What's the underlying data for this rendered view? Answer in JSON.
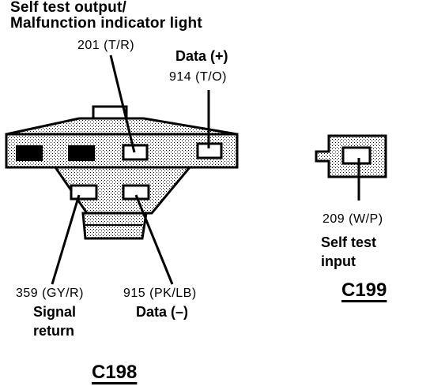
{
  "title": {
    "line1": "Self test output/",
    "line2": "Malfunction indicator light"
  },
  "c198": {
    "label": "C198",
    "pins": [
      {
        "code": "201  (T/R)",
        "desc": ""
      },
      {
        "code": "914  (T/O)",
        "desc": "Data (+)"
      },
      {
        "code": "359  (GY/R)",
        "desc_lines": [
          "Signal",
          "return"
        ]
      },
      {
        "code": "915  (PK/LB)",
        "desc": "Data (–)"
      }
    ]
  },
  "c199": {
    "label": "C199",
    "pin": {
      "code": "209  (W/P)",
      "desc_lines": [
        "Self test",
        "input"
      ]
    }
  }
}
